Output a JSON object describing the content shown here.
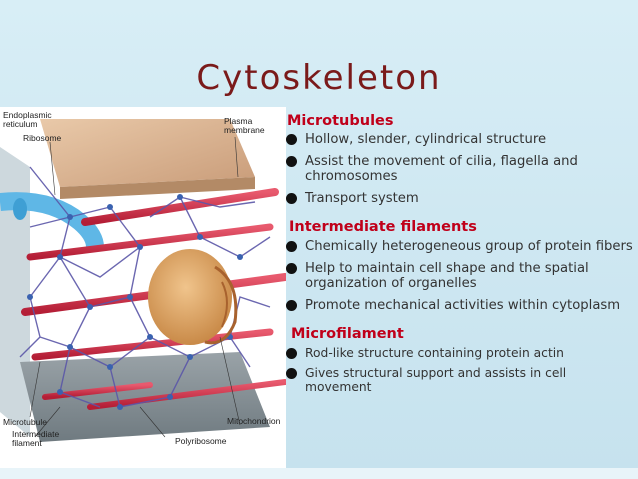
{
  "slide": {
    "title": "Cytoskeleton"
  },
  "figure": {
    "labels": {
      "endoplasmic": "Endoplasmic",
      "reticulum": "reticulum",
      "ribosome": "Ribosome",
      "plasma": "Plasma",
      "membrane": "membrane",
      "microtubule": "Microtubule",
      "intermediate": "Intermediate",
      "filament": "filament",
      "polyribosome": "Polyribosome",
      "mitochondrion": "Mitochondrion"
    }
  },
  "sections": [
    {
      "heading": "Microtubules",
      "bullets": [
        "Hollow, slender, cylindrical structure",
        "Assist the movement of cilia, flagella and chromosomes",
        "Transport system"
      ]
    },
    {
      "heading": "Intermediate filaments",
      "bullets": [
        "Chemically heterogeneous group of protein fibers",
        "Help to maintain cell shape and the spatial organization of organelles",
        "Promote mechanical activities within cytoplasm"
      ]
    },
    {
      "heading": "Microfilament",
      "bullets": [
        "Rod-like structure containing protein actin",
        "Gives structural support and assists in cell movement"
      ]
    }
  ]
}
